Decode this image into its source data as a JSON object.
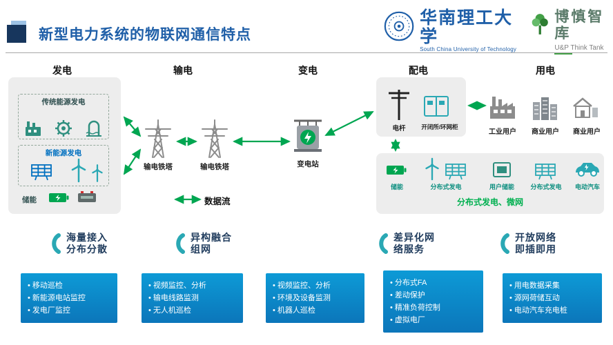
{
  "header": {
    "title": "新型电力系统的物联网通信特点",
    "scut_name_cn": "华南理工大学",
    "scut_name_en": "South China University of Technology",
    "thinktank_name_cn": "博慎智库",
    "thinktank_name_en": "U&P Think Tank"
  },
  "stages": {
    "generation": "发电",
    "transmission": "输电",
    "substation": "变电",
    "distribution": "配电",
    "consumption": "用电"
  },
  "generation": {
    "traditional": "传统能源发电",
    "renewable": "新能源发电",
    "storage": "储能"
  },
  "transmission": {
    "tower1": "输电铁塔",
    "tower2": "输电铁塔"
  },
  "substation": {
    "station": "变电站"
  },
  "distribution": {
    "pole": "电杆",
    "cabinet": "开闭所/环网柜",
    "storage": "储能",
    "dg1": "分布式发电",
    "user_storage": "用户储能",
    "dg2": "分布式发电",
    "ev": "电动汽车",
    "caption": "分布式发电、微网"
  },
  "consumption": {
    "industrial": "工业用户",
    "commercial1": "商业用户",
    "commercial2": "商业用户"
  },
  "dataflow_label": "数据流",
  "features": {
    "titles": [
      {
        "line1": "海量接入",
        "line2": "分布分散"
      },
      {
        "line1": "异构融合",
        "line2": "组网"
      },
      {
        "line1": "差异化网",
        "line2": "络服务"
      },
      {
        "line1": "开放网络",
        "line2": "即插即用"
      }
    ],
    "boxes": [
      {
        "items": [
          "移动巡检",
          "新能源电站监控",
          "发电厂监控"
        ]
      },
      {
        "items": [
          "视频监控、分析",
          "输电线路监测",
          "无人机巡检"
        ]
      },
      {
        "items": [
          "视频监控、分析",
          "环境及设备监测",
          "机器人巡检"
        ]
      },
      {
        "items": [
          "分布式FA",
          "差动保护",
          "精准负荷控制",
          "虚拟电厂"
        ]
      },
      {
        "items": [
          "用电数据采集",
          "源网荷储互动",
          "电动汽车充电桩"
        ]
      }
    ]
  },
  "colors": {
    "title_blue": "#1F5FA8",
    "arrow_green": "#00A651",
    "panel_gray": "#EDEDED",
    "feature_box_blue": "#0C76BA",
    "feature_title_navy": "#1F3B5C",
    "microgrid_caption_green": "#00B050",
    "renewable_blue": "#0070C0",
    "icon_teal": "#2AA8B4"
  }
}
